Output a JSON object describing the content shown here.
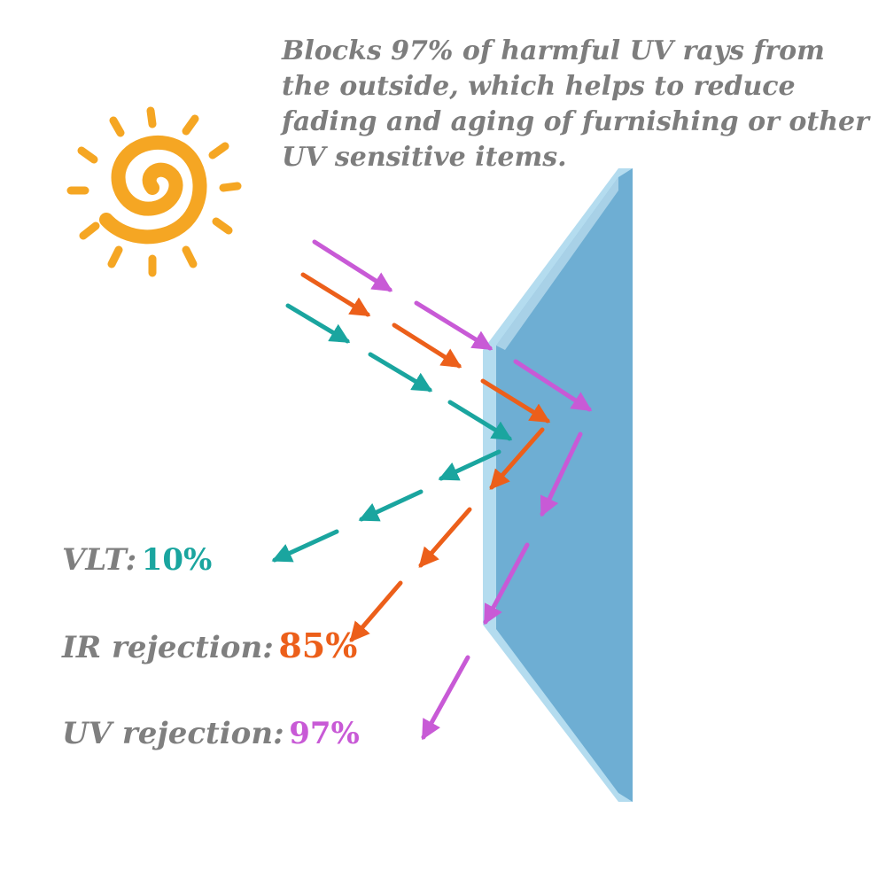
{
  "headline": "Blocks 97% of harmful UV rays from the outside, which helps to reduce fading and aging of furnishing or other UV sensitive items.",
  "stats": {
    "vlt": {
      "label": "VLT:",
      "value": "10%"
    },
    "ir": {
      "label": "IR rejection:",
      "value": "85%"
    },
    "uv": {
      "label": "UV rejection:",
      "value": "97%"
    }
  },
  "colors": {
    "visible_light": "#1aa59f",
    "infrared": "#ec5f1a",
    "ultraviolet": "#c85ad6",
    "sun": "#f5a623",
    "glass_back": "#b4dcef",
    "glass_front": "#6eaed3"
  },
  "icons": [
    "sun-icon",
    "window-glass-icon"
  ]
}
